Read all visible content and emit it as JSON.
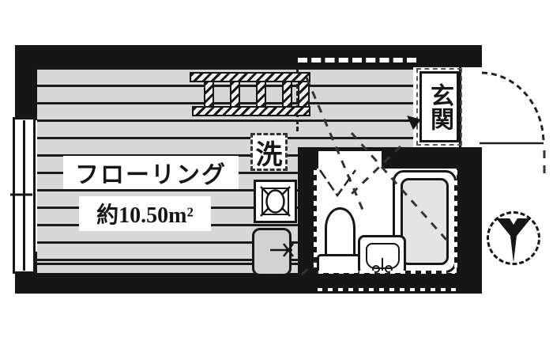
{
  "plan": {
    "room": {
      "label": "フローリング",
      "area": "約10.50m²"
    },
    "washer": {
      "label": "洗"
    },
    "entrance": {
      "label": "玄関"
    }
  },
  "icons": {
    "ladder": "loft-ladder-icon",
    "window": "window-icon",
    "washing_machine_pan": "washing-machine-pan-icon",
    "mini_kitchen": "mini-kitchen-sink-icon",
    "toilet": "toilet-icon",
    "sink": "bathroom-sink-icon",
    "bathtub": "bathtub-icon",
    "door_swing": "door-swing-arc",
    "north_arrow": "north-arrow-icon"
  },
  "colors": {
    "wall": "#161616",
    "flooring": "#d7d7d7",
    "line": "#222222",
    "tub_fill": "#e4e4e4",
    "kitchen_fill": "#d2d2d2",
    "background": "#ffffff"
  }
}
